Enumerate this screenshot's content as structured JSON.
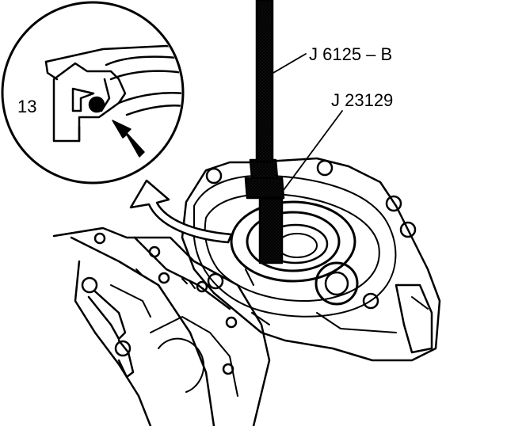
{
  "labels": {
    "tool_slide_hammer": "J 6125 – B",
    "tool_remover": "J 23129",
    "callout_number": "13"
  },
  "colors": {
    "ink": "#000000",
    "paper": "#ffffff",
    "stipple": "#8a8a8a"
  }
}
